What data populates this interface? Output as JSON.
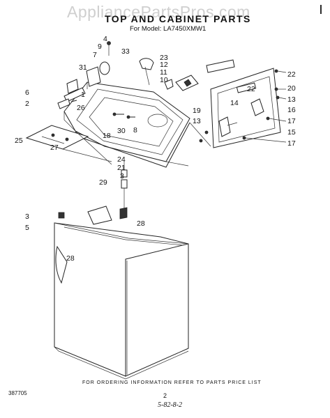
{
  "watermark": "AppliancePartsPros.com",
  "title": "TOP AND CABINET PARTS",
  "model_line": "For Model: LA7450XMW1",
  "corner_mark": "|",
  "footer_note": "FOR ORDERING INFORMATION REFER TO PARTS PRICE LIST",
  "document_number": "387705",
  "page_number": "2",
  "handwritten_date": "5-82-8-2",
  "callouts": [
    {
      "id": "c4",
      "text": "4"
    },
    {
      "id": "c9",
      "text": "9"
    },
    {
      "id": "c7",
      "text": "7"
    },
    {
      "id": "c33",
      "text": "33"
    },
    {
      "id": "c31",
      "text": "31"
    },
    {
      "id": "c1",
      "text": "1"
    },
    {
      "id": "c6",
      "text": "6"
    },
    {
      "id": "c2",
      "text": "2"
    },
    {
      "id": "c26",
      "text": "26"
    },
    {
      "id": "c30",
      "text": "30"
    },
    {
      "id": "c8",
      "text": "8"
    },
    {
      "id": "c18",
      "text": "18"
    },
    {
      "id": "c25",
      "text": "25"
    },
    {
      "id": "c27",
      "text": "27"
    },
    {
      "id": "c24",
      "text": "24"
    },
    {
      "id": "c21",
      "text": "21"
    },
    {
      "id": "c3a",
      "text": "3"
    },
    {
      "id": "c29",
      "text": "29"
    },
    {
      "id": "c28a",
      "text": "28"
    },
    {
      "id": "c3b",
      "text": "3"
    },
    {
      "id": "c5",
      "text": "5"
    },
    {
      "id": "c28b",
      "text": "28"
    },
    {
      "id": "c23",
      "text": "23"
    },
    {
      "id": "c12",
      "text": "12"
    },
    {
      "id": "c11",
      "text": "11"
    },
    {
      "id": "c10",
      "text": "10"
    },
    {
      "id": "c22a",
      "text": "22"
    },
    {
      "id": "c22b",
      "text": "22"
    },
    {
      "id": "c20",
      "text": "20"
    },
    {
      "id": "c14",
      "text": "14"
    },
    {
      "id": "c13a",
      "text": "13"
    },
    {
      "id": "c19",
      "text": "19"
    },
    {
      "id": "c16",
      "text": "16"
    },
    {
      "id": "c13b",
      "text": "13"
    },
    {
      "id": "c17a",
      "text": "17"
    },
    {
      "id": "c15",
      "text": "15"
    },
    {
      "id": "c17b",
      "text": "17"
    }
  ]
}
